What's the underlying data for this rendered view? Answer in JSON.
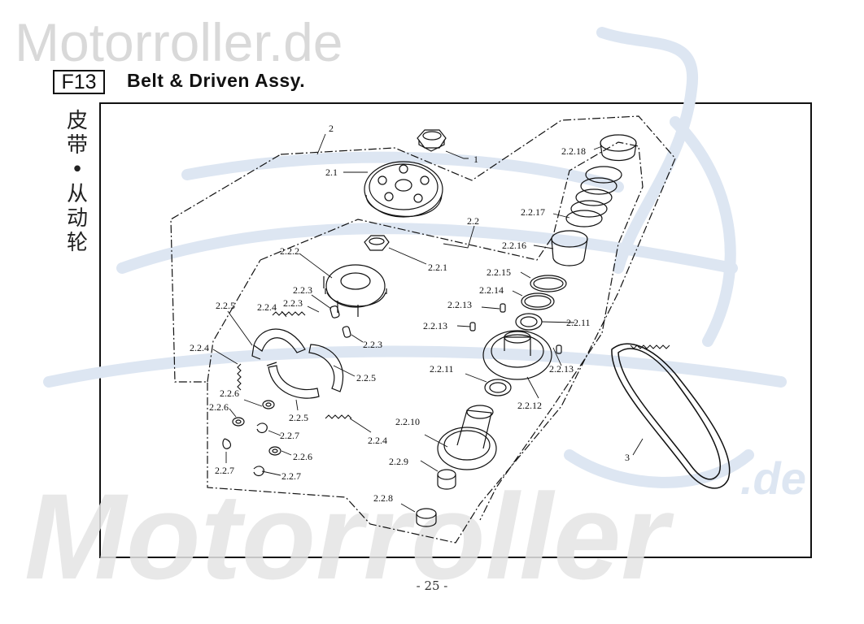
{
  "watermark": {
    "top_text": "Motorroller.de",
    "bottom_text": "Motorroller",
    "bottom_suffix": ".de"
  },
  "header": {
    "code": "F13",
    "title": "Belt & Driven Assy.",
    "chinese_title": [
      "皮",
      "带",
      "•",
      "从",
      "动",
      "轮"
    ]
  },
  "labels": {
    "l2": "2",
    "l1": "1",
    "l2_1": "2.1",
    "l2_2": "2.2",
    "l2_2_1": "2.2.1",
    "l2_2_2": "2.2.2",
    "l2_2_3a": "2.2.3",
    "l2_2_3b": "2.2.3",
    "l2_2_3c": "2.2.3",
    "l2_2_4a": "2.2.4",
    "l2_2_4b": "2.2.4",
    "l2_2_4c": "2.2.4",
    "l2_2_5a": "2.2.5",
    "l2_2_5b": "2.2.5",
    "l2_2_5c": "2.2.5",
    "l2_2_6a": "2.2.6",
    "l2_2_6b": "2.2.6",
    "l2_2_6c": "2.2.6",
    "l2_2_7a": "2.2.7",
    "l2_2_7b": "2.2.7",
    "l2_2_7c": "2.2.7",
    "l2_2_8": "2.2.8",
    "l2_2_9": "2.2.9",
    "l2_2_10": "2.2.10",
    "l2_2_11a": "2.2.11",
    "l2_2_11b": "2.2.11",
    "l2_2_12": "2.2.12",
    "l2_2_13a": "2.2.13",
    "l2_2_13b": "2.2.13",
    "l2_2_13c": "2.2.13",
    "l2_2_14": "2.2.14",
    "l2_2_15": "2.2.15",
    "l2_2_16": "2.2.16",
    "l2_2_17": "2.2.17",
    "l2_2_18": "2.2.18",
    "l3": "3"
  },
  "footer": {
    "page": "- 25 -"
  },
  "colors": {
    "line": "#111111",
    "watermark_gray": "#d9d9d9",
    "watermark_blue": "#dde6f2"
  }
}
